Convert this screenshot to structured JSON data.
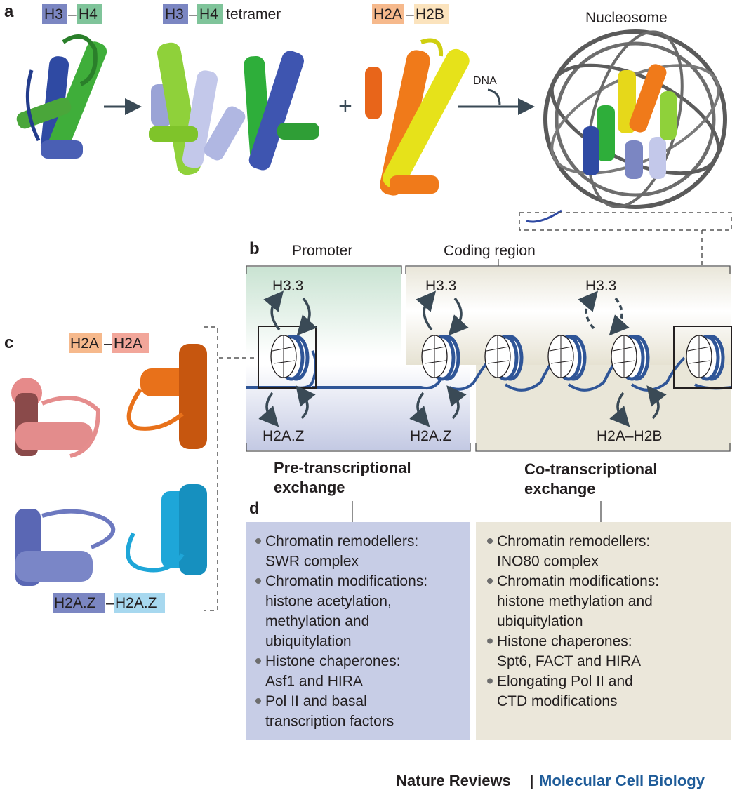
{
  "panels": {
    "a": {
      "letter": "a",
      "h3": "H3",
      "dash": "–",
      "h4": "H4",
      "tetramer_h3": "H3",
      "tetramer_h4": "H4",
      "tetramer_suffix": "tetramer",
      "h2a": "H2A",
      "h2b": "H2B",
      "plus": "+",
      "dna": "DNA",
      "nucleosome": "Nucleosome"
    },
    "b": {
      "letter": "b",
      "promoter": "Promoter",
      "coding_region": "Coding region",
      "h33_1": "H3.3",
      "h33_2": "H3.3",
      "h33_3": "H3.3",
      "h2az_1": "H2A.Z",
      "h2az_2": "H2A.Z",
      "h2a_h2b": "H2A–H2B",
      "pre_line1": "Pre-transcriptional",
      "pre_line2": "exchange",
      "co_line1": "Co-transcriptional",
      "co_line2": "exchange"
    },
    "c": {
      "letter": "c",
      "h2a_left": "H2A",
      "h2a_right": "H2A",
      "h2az_left": "H2A.Z",
      "h2az_right": "H2A.Z",
      "dash": "–"
    },
    "d": {
      "letter": "d",
      "left_lines": [
        {
          "bullet": true,
          "text": "Chromatin remodellers:"
        },
        {
          "bullet": false,
          "text": "SWR complex"
        },
        {
          "bullet": true,
          "text": "Chromatin modifications:"
        },
        {
          "bullet": false,
          "text": "histone acetylation,"
        },
        {
          "bullet": false,
          "text": "methylation and"
        },
        {
          "bullet": false,
          "text": "ubiquitylation"
        },
        {
          "bullet": true,
          "text": "Histone chaperones:"
        },
        {
          "bullet": false,
          "text": "Asf1 and HIRA"
        },
        {
          "bullet": true,
          "text": "Pol II and basal"
        },
        {
          "bullet": false,
          "text": "transcription factors"
        }
      ],
      "right_lines": [
        {
          "bullet": true,
          "text": "Chromatin remodellers:"
        },
        {
          "bullet": false,
          "text": "INO80 complex"
        },
        {
          "bullet": true,
          "text": "Chromatin modifications:"
        },
        {
          "bullet": false,
          "text": "histone methylation and"
        },
        {
          "bullet": false,
          "text": "ubiquitylation"
        },
        {
          "bullet": true,
          "text": "Histone chaperones:"
        },
        {
          "bullet": false,
          "text": "Spt6, FACT and HIRA"
        },
        {
          "bullet": true,
          "text": "Elongating Pol II and"
        },
        {
          "bullet": false,
          "text": "CTD modifications"
        }
      ]
    }
  },
  "footer": {
    "journal": "Nature Reviews",
    "separator": "|",
    "subject": "Molecular Cell Biology"
  },
  "colors": {
    "h3": "#7b86c2",
    "h4": "#7fc49a",
    "h2a": "#f6b98c",
    "h2b": "#fbe3bd",
    "h2a_pink": "#f2a69a",
    "h2az_dark": "#7b86c2",
    "h2az_light": "#a7d8ef",
    "dna_blue": "#2f5597",
    "promoter_green": "#d8ebdf",
    "pre_box": "#c7cde6",
    "co_box": "#ebe7da",
    "coding_bg": "#ece9de",
    "arrow": "#3a4a56",
    "footer_blue": "#1f5c99"
  }
}
